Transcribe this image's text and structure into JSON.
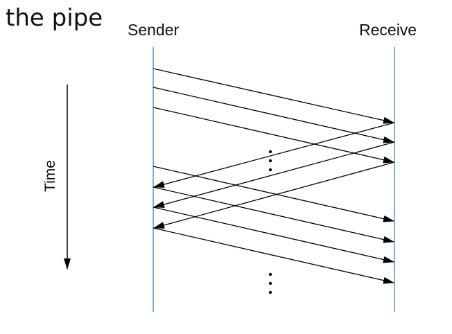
{
  "title": "the pipe",
  "labels": {
    "sender": "Sender",
    "receiver": "Receive",
    "time": "Time"
  },
  "colors": {
    "timeline": "#4a9bd4",
    "arrow": "#000000",
    "text": "#111111"
  }
}
